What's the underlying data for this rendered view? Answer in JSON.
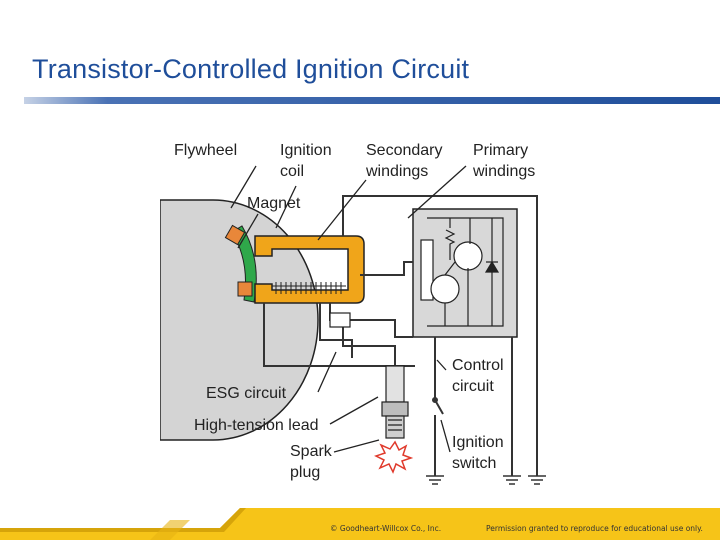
{
  "slide": {
    "title": "Transistor-Controlled Ignition Circuit"
  },
  "diagram": {
    "labels": {
      "flywheel": "Flywheel",
      "ignition_coil": "Ignition\ncoil",
      "secondary_windings": "Secondary\nwindings",
      "primary_windings": "Primary\nwindings",
      "magnet": "Magnet",
      "control_circuit": "Control\ncircuit",
      "esg_circuit": "ESG circuit",
      "high_tension_lead": "High-tension lead",
      "spark_plug": "Spark\nplug",
      "ignition_switch": "Ignition\nswitch"
    },
    "colors": {
      "core": "#f0a51a",
      "magnet_green": "#2fa84a",
      "magnet_orange": "#e8873a",
      "flywheel": "#d4d4d4",
      "control_box": "#d8d8d8",
      "wire": "#333333",
      "spark": "#e03a2c"
    }
  },
  "footer": {
    "copyright": "© Goodheart-Willcox Co., Inc.",
    "permission": "Permission granted to reproduce for educational use only."
  }
}
